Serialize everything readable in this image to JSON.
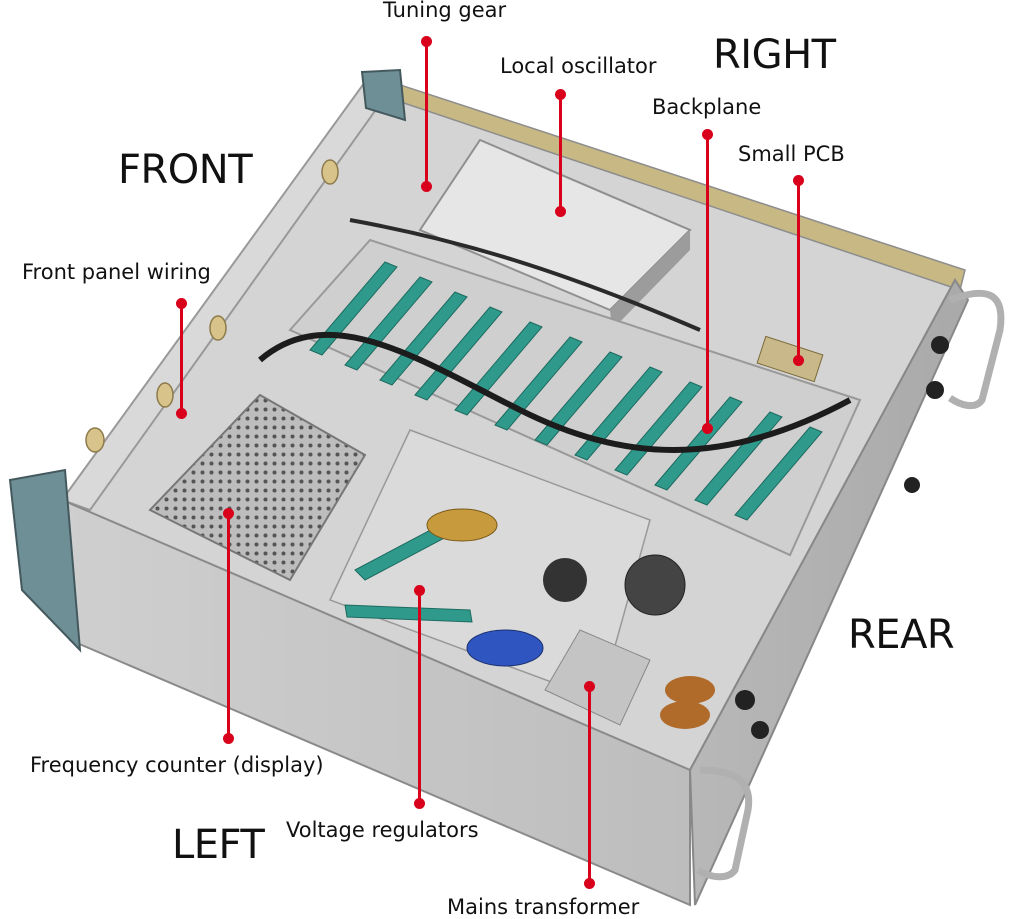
{
  "side_labels": {
    "front": "FRONT",
    "right": "RIGHT",
    "rear": "REAR",
    "left": "LEFT"
  },
  "callouts": {
    "tuning_gear": "Tuning gear",
    "local_oscillator": "Local oscillator",
    "backplane": "Backplane",
    "small_pcb": "Small PCB",
    "front_panel_wiring": "Front panel wiring",
    "frequency_counter": "Frequency counter (display)",
    "voltage_regulators": "Voltage regulators",
    "mains_transformer": "Mains transformer"
  },
  "colors": {
    "leader": "#d8001a",
    "chassis": "#c9c9c9",
    "pcb": "#2f9a8c"
  }
}
